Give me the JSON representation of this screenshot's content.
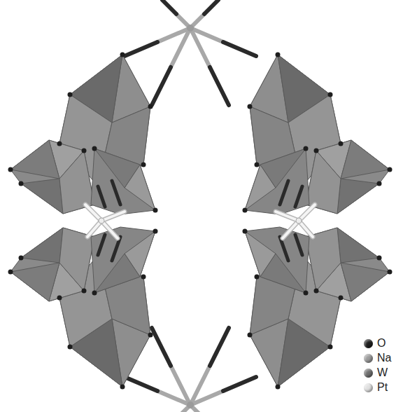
{
  "diagram": {
    "legend": [
      {
        "text": "O",
        "color": "#1e1e1e"
      },
      {
        "text": "Na",
        "color": "#9a9a9a"
      },
      {
        "text": "W",
        "color": "#6f6f6f"
      },
      {
        "text": "Pt",
        "color": "#e0e0e0"
      }
    ]
  }
}
